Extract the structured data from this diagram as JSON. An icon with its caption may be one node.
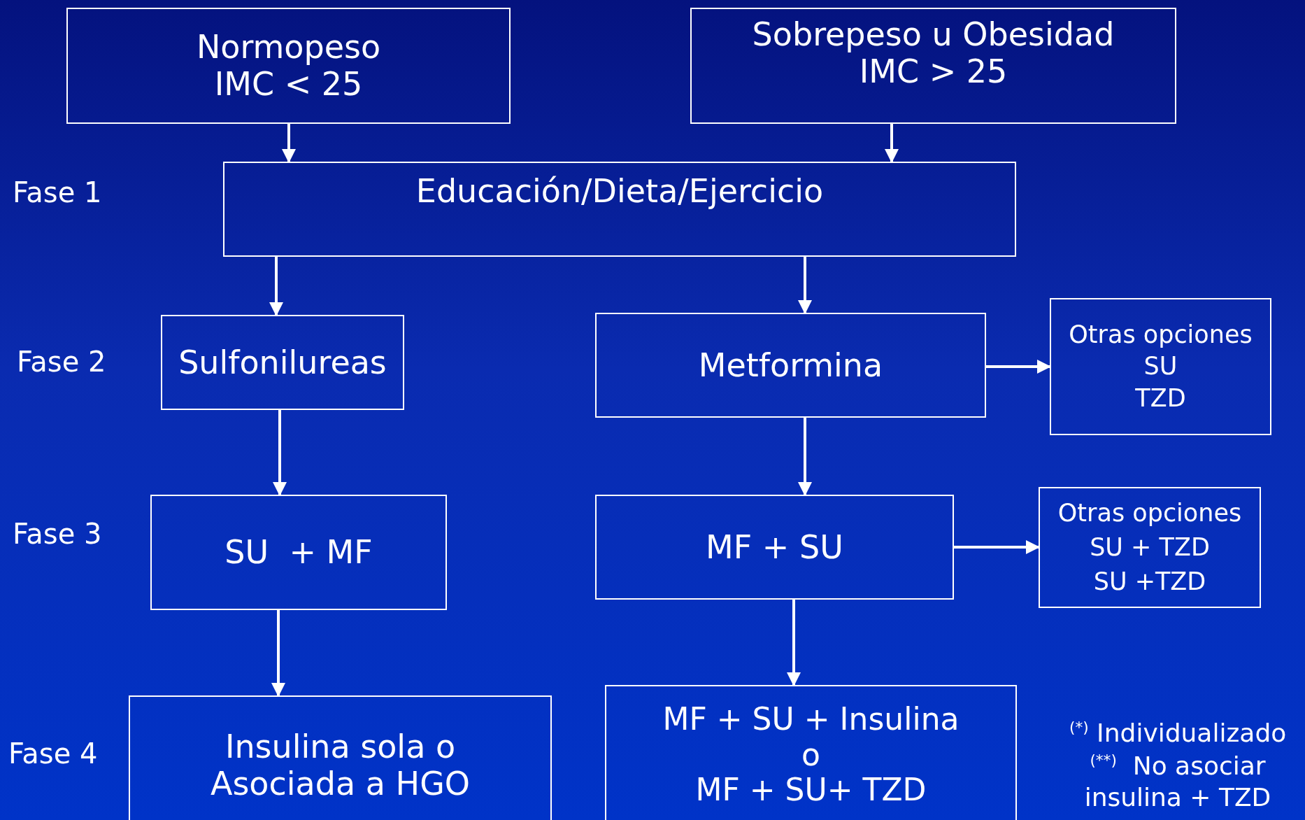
{
  "diagram": {
    "nodes": [
      {
        "text": [
          "Normopeso",
          "IMC < 25"
        ]
      },
      {
        "text": [
          "Sobrepeso u Obesidad",
          "IMC > 25"
        ]
      },
      {
        "text": [
          "Educación/Dieta/Ejercicio"
        ]
      },
      {
        "text": [
          "Sulfonilureas"
        ]
      },
      {
        "text": [
          "Metformina"
        ]
      },
      {
        "text": [
          "Otras opciones",
          "SU",
          "TZD"
        ]
      },
      {
        "text": [
          "SU  + MF"
        ]
      },
      {
        "text": [
          "MF + SU"
        ]
      },
      {
        "text": [
          "Otras opciones",
          "SU + TZD",
          "SU +TZD"
        ]
      },
      {
        "text": [
          "Insulina sola o Asociada a HGO"
        ]
      },
      {
        "text": [
          "MF + SU + Insulina",
          "o",
          "MF + SU+ TZD"
        ]
      }
    ],
    "edges": [
      {
        "from": 0,
        "to": 2,
        "arrow": "to"
      },
      {
        "from": 1,
        "to": 2,
        "arrow": "to"
      },
      {
        "from": 2,
        "to": 3,
        "arrow": "to"
      },
      {
        "from": 2,
        "to": 4,
        "arrow": "to"
      },
      {
        "from": 4,
        "to": 5,
        "arrow": "to"
      },
      {
        "from": 3,
        "to": 6,
        "arrow": "to"
      },
      {
        "from": 4,
        "to": 7,
        "arrow": "to"
      },
      {
        "from": 7,
        "to": 8,
        "arrow": "to"
      },
      {
        "from": 6,
        "to": 9,
        "arrow": "to"
      },
      {
        "from": 7,
        "to": 10,
        "arrow": "to"
      }
    ],
    "labels": [
      "Fase 1",
      "Fase 2",
      "Fase 3",
      "Fase 4",
      "$^{(*)}$ Individualizado",
      "$^{(**)}$  No asociar insulina + TZD"
    ]
  }
}
